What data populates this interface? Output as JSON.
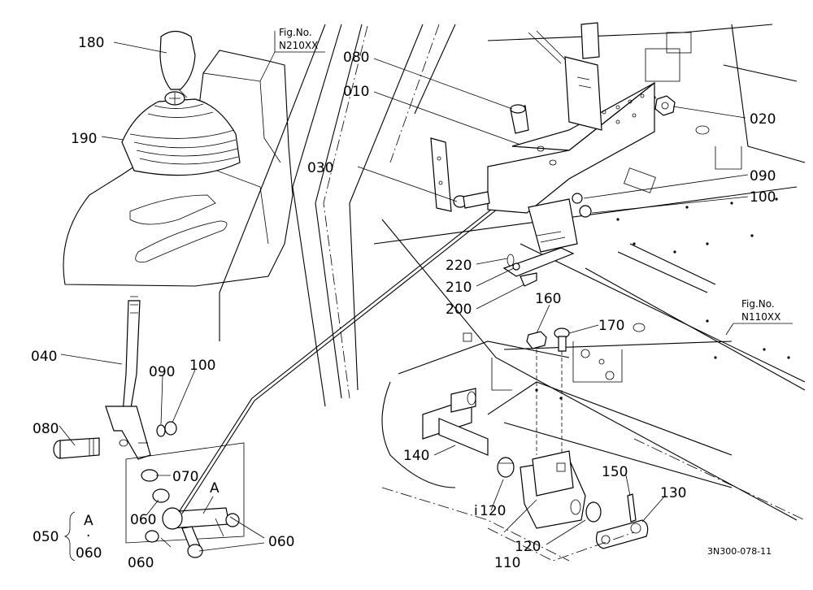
{
  "diagram": {
    "code": "3N300-078-11",
    "fig_refs": [
      {
        "id": "fig-top",
        "label1": "Fig.No.",
        "label2": "N210XX"
      },
      {
        "id": "fig-right",
        "label1": "Fig.No.",
        "label2": "N110XX"
      }
    ],
    "callouts": [
      {
        "id": "c180",
        "label": "180"
      },
      {
        "id": "c190",
        "label": "190"
      },
      {
        "id": "c040",
        "label": "040"
      },
      {
        "id": "c090a",
        "label": "090"
      },
      {
        "id": "c100a",
        "label": "100"
      },
      {
        "id": "c080a",
        "label": "080"
      },
      {
        "id": "c070",
        "label": "070"
      },
      {
        "id": "c060a",
        "label": "060"
      },
      {
        "id": "c060b",
        "label": "060"
      },
      {
        "id": "c060c",
        "label": "060"
      },
      {
        "id": "cA",
        "label": "A"
      },
      {
        "id": "c050",
        "label": "050"
      },
      {
        "id": "c080b",
        "label": "080"
      },
      {
        "id": "c010",
        "label": "010"
      },
      {
        "id": "c030",
        "label": "030"
      },
      {
        "id": "c020",
        "label": "020"
      },
      {
        "id": "c090b",
        "label": "090"
      },
      {
        "id": "c100b",
        "label": "100"
      },
      {
        "id": "c220",
        "label": "220"
      },
      {
        "id": "c210",
        "label": "210"
      },
      {
        "id": "c200",
        "label": "200"
      },
      {
        "id": "c160",
        "label": "160"
      },
      {
        "id": "c170",
        "label": "170"
      },
      {
        "id": "c140",
        "label": "140"
      },
      {
        "id": "c120a",
        "label": "120"
      },
      {
        "id": "c120b",
        "label": "120"
      },
      {
        "id": "c110",
        "label": "110"
      },
      {
        "id": "c150",
        "label": "150"
      },
      {
        "id": "c130",
        "label": "130"
      }
    ],
    "group_050": {
      "top": "A",
      "dot": "·",
      "bottom": "060"
    },
    "marker_i": "i"
  }
}
